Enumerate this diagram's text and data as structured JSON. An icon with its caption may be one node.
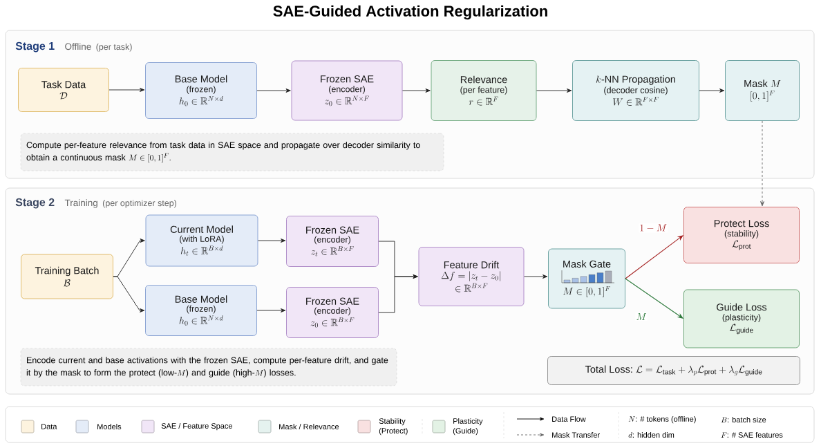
{
  "diagram": {
    "title": "SAE-Guided Activation Regularization",
    "nodes": [
      {
        "text": [
          "Stage 1",
          "Offline",
          "(per task)"
        ]
      },
      {
        "text": [
          "Task Data",
          "\\mathcal{D}"
        ],
        "in": 0
      },
      {
        "text": [
          "Base Model",
          "(frozen)",
          "h_0 \\in \\mathbb{R}^{N\\times d}"
        ],
        "in": 0
      },
      {
        "text": [
          "Frozen SAE",
          "(encoder)",
          "z_0 \\in \\mathbb{R}^{N\\times F}"
        ],
        "in": 0
      },
      {
        "text": [
          "Relevance",
          "(per feature)",
          "r \\in \\mathbb{R}^{F}"
        ],
        "in": 0
      },
      {
        "text": [
          "k",
          "-NN Propagation",
          "(decoder cosine)",
          "W \\in \\mathbb{R}^{F\\times F}"
        ],
        "in": 0
      },
      {
        "text": [
          "Mask",
          "M",
          "[0,1]^{F}"
        ],
        "in": 0
      },
      {
        "text": [
          "Compute per-feature relevance from task data in SAE space and propagate over decoder similarity to obtain a continuous mask",
          "M \\in [0,1]^{F}."
        ],
        "in": 0
      },
      {
        "text": [
          "Stage 2",
          "Training",
          "(per optimizer step)"
        ]
      },
      {
        "text": [
          "Training Batch",
          "\\mathcal{B}"
        ],
        "in": 8
      },
      {
        "text": [
          "Current Model",
          "(with LoRA)",
          "h_t \\in \\mathbb{R}^{B\\times d}"
        ],
        "in": 8
      },
      {
        "text": [
          "Base Model",
          "(frozen)",
          "h_0 \\in \\mathbb{R}^{N\\times d}"
        ],
        "in": 8
      },
      {
        "text": [
          "Frozen SAE",
          "(encoder)",
          "z_t \\in \\mathbb{R}^{B\\times F}"
        ],
        "in": 8
      },
      {
        "text": [
          "Frozen SAE",
          "(encoder)",
          "z_0 \\in \\mathbb{R}^{B\\times F}"
        ],
        "in": 8
      },
      {
        "text": [
          "Feature Drift",
          "\\Delta f = |z_t - z_0|",
          "\\in \\mathbb{R}^{B\\times F}"
        ],
        "in": 8
      },
      {
        "text": [
          "Mask Gate",
          "M \\in [0,1]^{F}"
        ],
        "in": 8
      },
      {
        "text": [
          "Protect Loss",
          "(stability)",
          "\\mathcal{L}_{\\mathrm{prot}}"
        ],
        "in": 8
      },
      {
        "text": [
          "Guide Loss",
          "(plasticity)",
          "\\mathcal{L}_{\\mathrm{guide}}"
        ],
        "in": 8
      },
      {
        "text": [
          "Total Loss:",
          "\\mathcal{L} = \\mathcal{L}_{\\mathrm{task}} + \\lambda_p \\mathcal{L}_{\\mathrm{prot}} + \\lambda_g \\mathcal{L}_{\\mathrm{guide}}"
        ],
        "in": 8
      },
      {
        "text": [
          "Encode current and base activations with the frozen SAE, compute per-feature drift, and gate it by the mask to form the protect (low-",
          "M",
          ") and guide (high-",
          "M",
          ") losses."
        ],
        "in": 8
      }
    ],
    "edges": [
      {
        "from": 1,
        "to": 2,
        "arrow": "to"
      },
      {
        "from": 2,
        "to": 3,
        "arrow": "to"
      },
      {
        "from": 3,
        "to": 4,
        "arrow": "to"
      },
      {
        "from": 4,
        "to": 5,
        "arrow": "to"
      },
      {
        "from": 5,
        "to": 6,
        "arrow": "to"
      },
      {
        "from": 6,
        "to": 16,
        "arrow": "to",
        "style": "dashed",
        "color": "#666666"
      },
      {
        "from": 9,
        "to": 10,
        "arrow": "to"
      },
      {
        "from": 9,
        "to": 11,
        "arrow": "to"
      },
      {
        "from": 10,
        "to": 12,
        "arrow": "to"
      },
      {
        "from": 11,
        "to": 13,
        "arrow": "to"
      },
      {
        "from": 12,
        "to": 14,
        "arrow": "to"
      },
      {
        "from": 13,
        "to": 14,
        "arrow": "to"
      },
      {
        "from": 14,
        "to": 15,
        "arrow": "to"
      },
      {
        "from": 15,
        "to": 16,
        "arrow": "to",
        "label": "1 - M",
        "color": "#a52222"
      },
      {
        "from": 15,
        "to": 17,
        "arrow": "to",
        "label": "M",
        "color": "#2e7a3c"
      }
    ],
    "labels": [
      "N",
      ": # tokens (offline)",
      "B",
      ": batch size",
      "d",
      ": hidden dim",
      "F",
      ": # SAE features"
    ],
    "legend": [
      {
        "text": "Data",
        "color": "#fdf3df"
      },
      {
        "text": "Models",
        "color": "#e4ecf8"
      },
      {
        "text": "SAE / Feature Space",
        "color": "#f1e6f7"
      },
      {
        "text": "Mask / Relevance",
        "color": "#e5f2ef"
      },
      {
        "text": "Stability (Protect)",
        "color": "#f9e1e1"
      },
      {
        "text": "Plasticity (Guide)",
        "color": "#e3f2e5"
      },
      {
        "text": "Data Flow"
      },
      {
        "text": "Mask Transfer"
      }
    ]
  }
}
